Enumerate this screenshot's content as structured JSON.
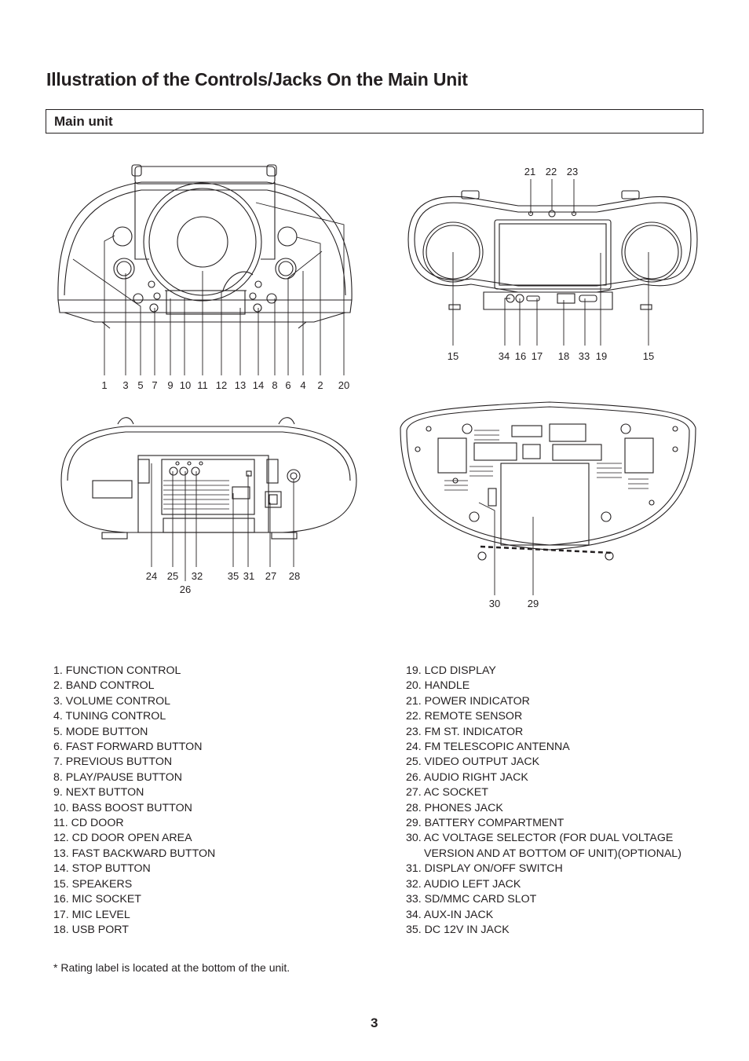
{
  "title": "Illustration of the Controls/Jacks On the Main Unit",
  "section": "Main unit",
  "callouts": {
    "front": [
      "1",
      "3",
      "5",
      "7",
      "9",
      "10",
      "11",
      "12",
      "13",
      "14",
      "8",
      "6",
      "4",
      "2",
      "20"
    ],
    "top_labels": [
      "21",
      "22",
      "23"
    ],
    "top_bottom": [
      "15",
      "34",
      "16",
      "17",
      "18",
      "33",
      "19",
      "15"
    ],
    "rear": [
      "24",
      "25",
      "32",
      "35",
      "31",
      "27",
      "28"
    ],
    "rear_sub": "26",
    "bottom": [
      "30",
      "29"
    ]
  },
  "legend_left": [
    " 1. FUNCTION CONTROL",
    " 2. BAND CONTROL",
    " 3. VOLUME CONTROL",
    " 4. TUNING CONTROL",
    " 5. MODE BUTTON",
    " 6. FAST FORWARD BUTTON",
    " 7. PREVIOUS BUTTON",
    " 8. PLAY/PAUSE BUTTON",
    " 9. NEXT BUTTON",
    "10. BASS BOOST BUTTON",
    "11. CD DOOR",
    "12. CD DOOR OPEN AREA",
    "13. FAST BACKWARD BUTTON",
    "14. STOP BUTTON",
    "15. SPEAKERS",
    "16. MIC SOCKET",
    "17. MIC LEVEL",
    "18. USB PORT"
  ],
  "legend_right": [
    "19. LCD DISPLAY",
    "20. HANDLE",
    "21. POWER INDICATOR",
    "22. REMOTE SENSOR",
    "23. FM ST. INDICATOR",
    "24. FM TELESCOPIC ANTENNA",
    "25. VIDEO OUTPUT JACK",
    "26. AUDIO RIGHT JACK",
    "27. AC SOCKET",
    "28. PHONES JACK",
    "29. BATTERY COMPARTMENT",
    "30. AC VOLTAGE SELECTOR (FOR DUAL VOLTAGE",
    "VERSION AND AT BOTTOM OF UNIT)(OPTIONAL)",
    "31. DISPLAY ON/OFF SWITCH",
    "32. AUDIO LEFT JACK",
    "33. SD/MMC CARD SLOT",
    "34. AUX-IN JACK",
    "35. DC 12V IN JACK"
  ],
  "footnote": "* Rating label is located at the bottom of the unit.",
  "page_number": "3"
}
